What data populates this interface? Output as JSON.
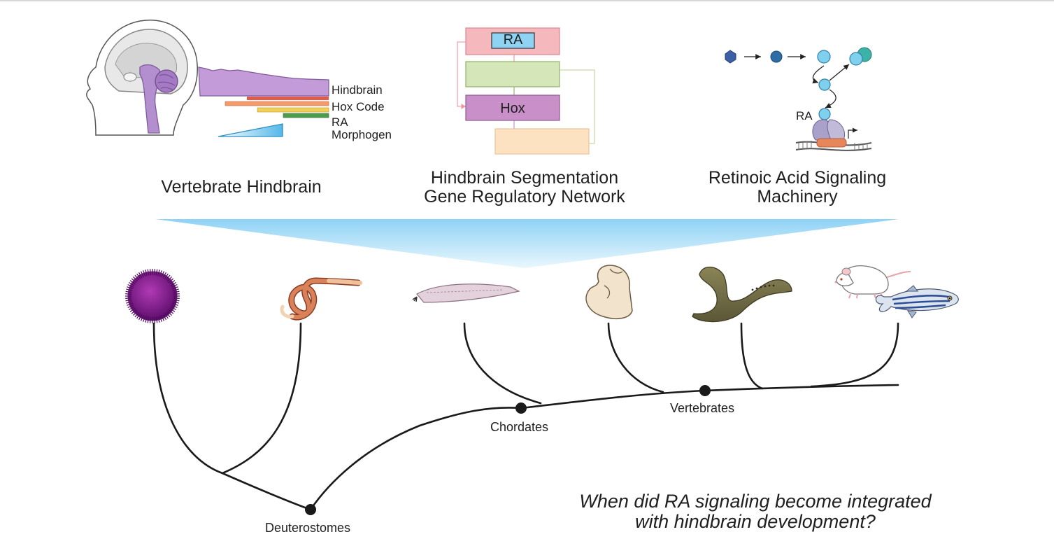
{
  "panels": {
    "hindbrain": {
      "title": "Vertebrate Hindbrain",
      "legend": [
        "Hindbrain",
        "Hox Code",
        "RA",
        "Morphogen"
      ]
    },
    "grn": {
      "title_line1": "Hindbrain Segmentation",
      "title_line2": "Gene Regulatory Network",
      "box_ra": "RA",
      "box_hox": "Hox"
    },
    "ra_signaling": {
      "title_line1": "Retinoic Acid Signaling",
      "title_line2": "Machinery",
      "ra_label": "RA"
    }
  },
  "tree": {
    "clades": [
      "Deuterostomes",
      "Chordates",
      "Vertebrates"
    ],
    "taxa_icons": [
      "sea-urchin",
      "acorn-worm",
      "amphioxus",
      "tunicate",
      "lamprey",
      "mouse",
      "zebrafish"
    ]
  },
  "question": {
    "line1": "When did RA signaling become integrated",
    "line2": "with hindbrain development?"
  },
  "colors": {
    "hindbrain_purple": "#b48fcf",
    "ra_box_pink": "#f4b8bd",
    "ra_inner_blue": "#8fd3f4",
    "green_box": "#d5e6b9",
    "hox_box": "#c88fc9",
    "peach_box": "#fde2c2",
    "funnel_blue": "#8fd2f5",
    "tree_line": "#1a1a1a"
  }
}
